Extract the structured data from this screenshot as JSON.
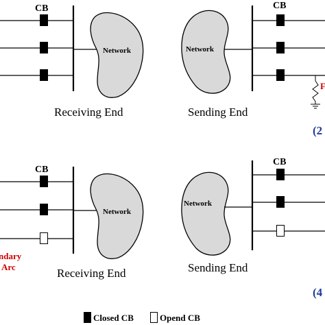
{
  "labels": {
    "cb": "CB",
    "network": "Network",
    "receiving_end": "Receiving End",
    "sending_end": "Sending End",
    "panel_top_number": "(2",
    "panel_bottom_number": "(4",
    "fault_label": "F",
    "secondary_arc_line1": "ndary",
    "secondary_arc_line2": "Arc"
  },
  "legend": {
    "closed_cb": "Closed CB",
    "opened_cb": "Opend CB"
  },
  "colors": {
    "line": "#000000",
    "network_fill": "#d9d9d9",
    "closed_cb": "#000000",
    "open_cb": "#ffffff",
    "red_text": "#cc0000",
    "blue_text": "#1f3c99"
  }
}
